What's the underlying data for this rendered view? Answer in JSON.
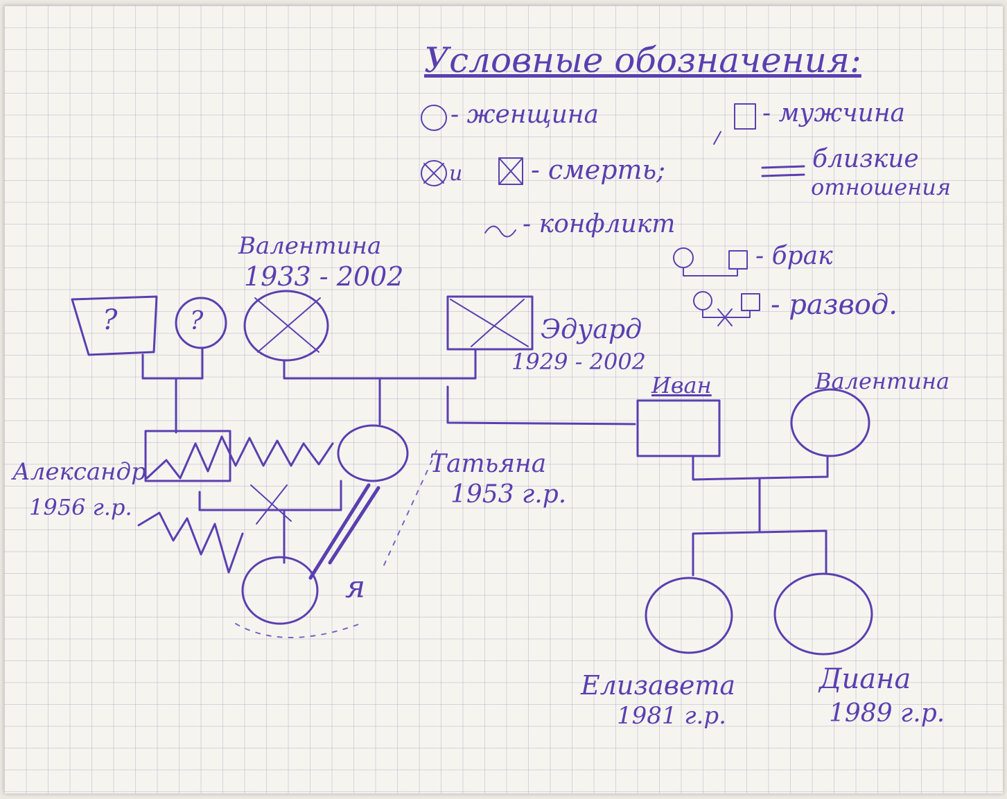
{
  "legend": {
    "title": "Условные обозначения:",
    "female": "- женщина",
    "male": "- мужчина",
    "and": "и",
    "death": "- смерть;",
    "close_relations_line1": "близкие",
    "close_relations_line2": "отношения",
    "conflict": "- конфликт",
    "marriage": "- брак",
    "divorce": "- развод."
  },
  "people": {
    "unknown_male_mark": "?",
    "unknown_female_mark": "?",
    "valentina_name": "Валентина",
    "valentina_years": "1933 - 2002",
    "eduard_name": "Эдуард",
    "eduard_years": "1929 - 2002",
    "ivan_name": "Иван",
    "valentina2_name": "Валентина",
    "alexander_name": "Александр",
    "alexander_years": "1956 г.р.",
    "tatiana_name": "Татьяна",
    "tatiana_years": "1953 г.р.",
    "me_label": "я",
    "child1_name": "Елизавета",
    "child1_years": "1981 г.р.",
    "child2_name": "Диана",
    "child2_years": "1989 г.р."
  },
  "colors": {
    "ink": "#5a3fb0",
    "paper": "#f6f4ef",
    "grid": "#8c93b8"
  }
}
